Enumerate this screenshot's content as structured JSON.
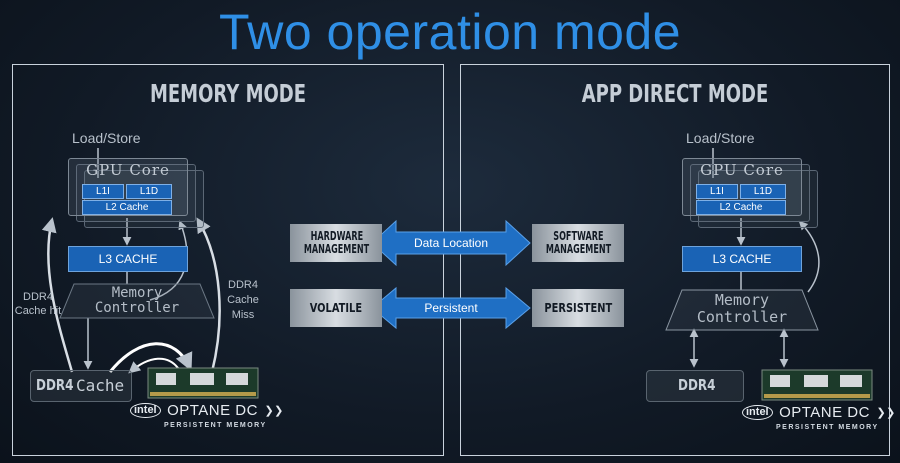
{
  "title": "Two operation mode",
  "left_panel": {
    "mode_title": "MEMORY MODE",
    "load_store": "Load/Store",
    "core_label": "GPU Core",
    "l1i": "L1I",
    "l1d": "L1D",
    "l2": "L2 Cache",
    "l3": "L3 CACHE",
    "memory_controller": [
      "Memory",
      "Controller"
    ],
    "cache_hit": [
      "DDR4",
      "Cache hit"
    ],
    "cache_miss": [
      "DDR4",
      "Cache",
      "Miss"
    ],
    "ddr4": "DDR4",
    "cache_word": "Cache",
    "brand": {
      "intel": "intel",
      "name": "OPTANE DC",
      "sub": "PERSISTENT MEMORY"
    }
  },
  "right_panel": {
    "mode_title": "APP DIRECT MODE",
    "load_store": "Load/Store",
    "core_label": "GPU Core",
    "l1i": "L1I",
    "l1d": "L1D",
    "l2": "L2 Cache",
    "l3": "L3 CACHE",
    "memory_controller": [
      "Memory",
      "Controller"
    ],
    "ddr4": "DDR4",
    "brand": {
      "intel": "intel",
      "name": "OPTANE DC",
      "sub": "PERSISTENT MEMORY"
    }
  },
  "middle": {
    "row1": {
      "left": [
        "HARDWARE",
        "MANAGEMENT"
      ],
      "arrow": "Data Location",
      "right": [
        "SOFTWARE",
        "MANAGEMENT"
      ]
    },
    "row2": {
      "left": [
        "VOLATILE"
      ],
      "arrow": "Persistent",
      "right": [
        "PERSISTENT"
      ]
    }
  },
  "colors": {
    "title": "#2f8fe6",
    "cache_blue": "#1a63b5",
    "arrow_blue": "#1f6fc4",
    "panel_border": "#c9d2dc"
  }
}
